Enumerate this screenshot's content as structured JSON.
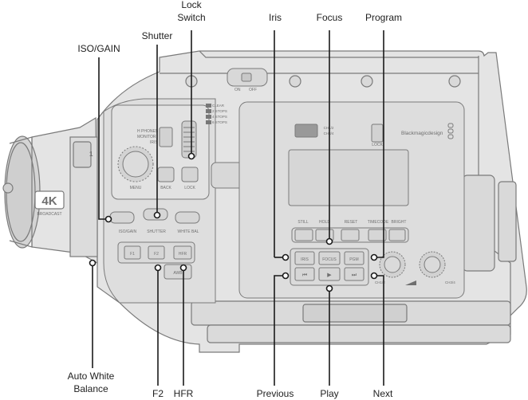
{
  "callouts": {
    "lock_switch": "Lock\nSwitch",
    "iris": "Iris",
    "focus": "Focus",
    "program": "Program",
    "shutter": "Shutter",
    "iso_gain": "ISO/GAIN",
    "auto_white_balance": "Auto White\nBalance",
    "f2": "F2",
    "hfr": "HFR",
    "previous": "Previous",
    "play": "Play",
    "next": "Next"
  },
  "camera_text": {
    "format_badge": "4K",
    "format_sub": "BROADCAST",
    "lens_mark": "1",
    "power_on": "ON",
    "power_off": "OFF",
    "nd_clear": "CLEAR",
    "nd_2": "2 STOPS",
    "nd_4": "4 STOPS",
    "nd_6": "6 STOPS",
    "nd_1": "1",
    "nd_2n": "2",
    "nd_3n": "3",
    "nd_4n": "4",
    "phones_1": "H PHONES",
    "phones_2": "MONITOR",
    "phones_3": "IRIS",
    "menu": "MENU",
    "back": "BACK",
    "lock": "LOCK",
    "iso_gain": "ISO/GAIN",
    "shutter": "SHUTTER",
    "white_bal": "WHITE BAL",
    "f1": "F1",
    "f2": "F2",
    "hfr": "HFR",
    "awb": "AWB",
    "ch_top_1": "CH1/2",
    "ch_top_2": "CH3/4",
    "lock_right": "LOCK",
    "brand": "Blackmagicdesign",
    "still": "STILL",
    "hold": "HOLD",
    "reset": "RESET",
    "timecode": "TIMECODE",
    "bright": "BRIGHT",
    "iris": "IRIS",
    "focus": "FOCUS",
    "pgm": "PGM",
    "prev_sym": "⏮",
    "play_sym": "▶",
    "next_sym": "⏭",
    "ch12": "CH1/2",
    "ch34": "CH3/4"
  },
  "colors": {
    "outline": "#7a7a7a",
    "body_fill": "#e4e4e4",
    "panel_fill": "#d9d9d9",
    "leader": "#1a1a1a",
    "text": "#1f1f1f"
  }
}
